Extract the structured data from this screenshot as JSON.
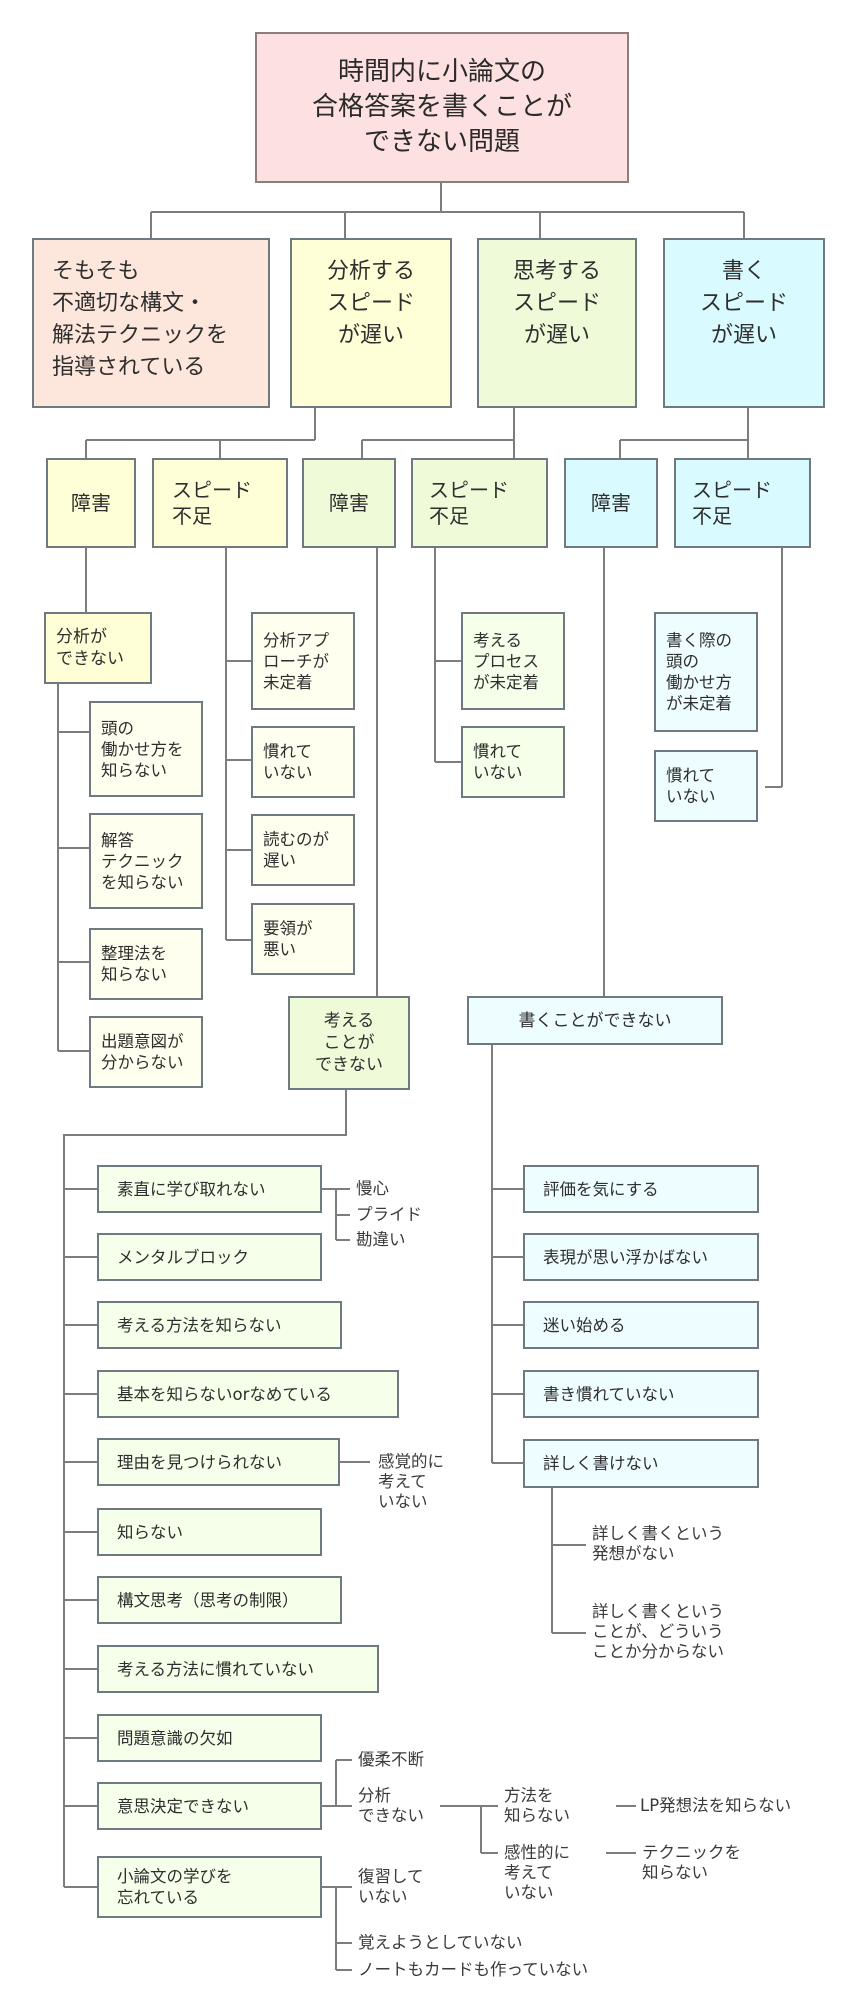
{
  "root": "時間内に小論文の\n合格答案を書くことが\nできない問題",
  "categories": {
    "c1": "そもそも\n不適切な構文・\n解法テクニックを\n指導されている",
    "c2": "分析する\nスピード\nが遅い",
    "c3": "思考する\nスピード\nが遅い",
    "c4": "書く\nスピード\nが遅い"
  },
  "subcategories": {
    "barrier": "障害",
    "speed": "スピード\n不足"
  },
  "analysis": {
    "cannot": "分析が\nできない",
    "causes": [
      "頭の\n働かせ方を\n知らない",
      "解答\nテクニック\nを知らない",
      "整理法を\n知らない",
      "出題意図が\n分からない"
    ],
    "speed_causes": [
      "分析アプ\nローチが\n未定着",
      "慣れて\nいない",
      "読むのが\n遅い",
      "要領が\n悪い"
    ]
  },
  "thinking": {
    "speed_causes": [
      "考える\nプロセス\nが未定着",
      "慣れて\nいない"
    ],
    "cannot": "考える\nことが\nできない",
    "causes": [
      "素直に学び取れない",
      "メンタルブロック",
      "考える方法を知らない",
      "基本を知らないorなめている",
      "理由を見つけられない",
      "知らない",
      "構文思考（思考の制限）",
      "考える方法に慣れていない",
      "問題意識の欠如",
      "意思決定できない",
      "小論文の学びを\n忘れている"
    ],
    "sub_humble": [
      "慢心",
      "プライド",
      "勘違い"
    ],
    "sub_reason": "感覚的に\n考えて\nいない",
    "sub_decide": [
      "優柔不断",
      "分析\nできない"
    ],
    "sub_analysis": [
      "方法を\n知らない",
      "感性的に\n考えて\nいない"
    ],
    "sub_method": "LP発想法を知らない",
    "sub_sense": "テクニックを\n知らない",
    "sub_forget": [
      "復習して\nいない",
      "覚えようとしていない",
      "ノートもカードも作っていない"
    ]
  },
  "writing": {
    "speed_causes": [
      "書く際の\n頭の\n働かせ方\nが未定着",
      "慣れて\nいない"
    ],
    "cannot": "書くことができない",
    "causes": [
      "評価を気にする",
      "表現が思い浮かばない",
      "迷い始める",
      "書き慣れていない",
      "詳しく書けない"
    ],
    "sub_detail": [
      "詳しく書くという\n発想がない",
      "詳しく書くという\nことが、どういう\nことか分からない"
    ]
  }
}
